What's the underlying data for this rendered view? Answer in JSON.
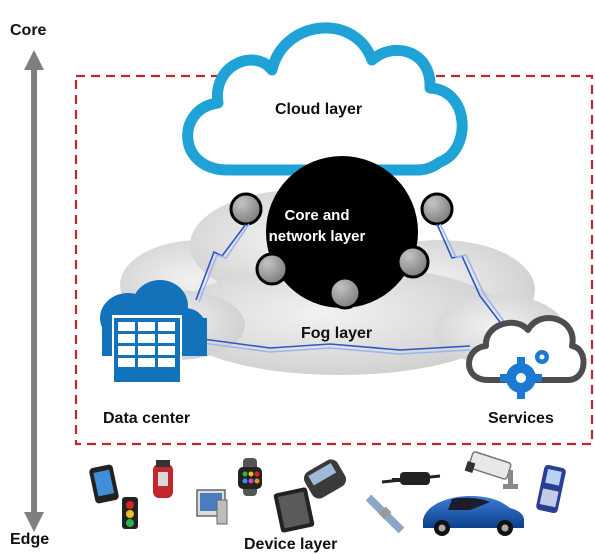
{
  "axis": {
    "top_label": "Core",
    "bottom_label": "Edge"
  },
  "layers": {
    "cloud": "Cloud layer",
    "core_network": "Core and network layer",
    "fog": "Fog layer",
    "device": "Device layer"
  },
  "nodes": {
    "data_center": "Data center",
    "services": "Services"
  },
  "colors": {
    "cloud_outline": "#1fa3d7",
    "core_ball": "#000000",
    "node_grey": "#9a9a9a",
    "fog_grey": "#d9d9d9",
    "dashed_border": "#c0282d",
    "link_blue": "#2c55c7",
    "datacenter_blue": "#1273bb",
    "services_outline": "#4d4d4d",
    "gear_blue": "#1a7ad1"
  },
  "devices": [
    "smartphone-icon",
    "traffic-light-icon",
    "fire-extinguisher-icon",
    "desktop-computer-icon",
    "smartwatch-icon",
    "tablet-icon",
    "blackberry-phone-icon",
    "satellite-icon",
    "smart-glasses-icon",
    "car-icon",
    "security-camera-icon",
    "flip-phone-icon"
  ]
}
